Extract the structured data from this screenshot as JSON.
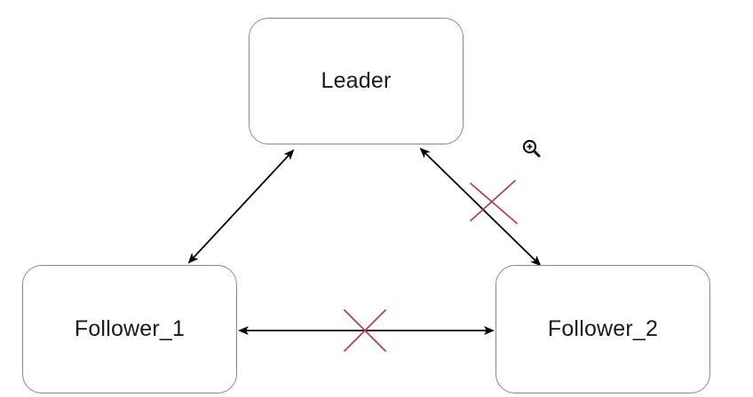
{
  "nodes": {
    "leader": {
      "label": "Leader"
    },
    "follower_1": {
      "label": "Follower_1"
    },
    "follower_2": {
      "label": "Follower_2"
    }
  },
  "edges": [
    {
      "from": "leader",
      "to": "follower_1",
      "bidirectional": true,
      "broken": false
    },
    {
      "from": "leader",
      "to": "follower_2",
      "bidirectional": true,
      "broken": true
    },
    {
      "from": "follower_1",
      "to": "follower_2",
      "bidirectional": true,
      "broken": true
    }
  ],
  "colors": {
    "arrow": "#000000",
    "node_border": "#8a8a8a",
    "broken_mark": "#b0405a"
  },
  "icons": {
    "zoom": "zoom-in-icon"
  }
}
